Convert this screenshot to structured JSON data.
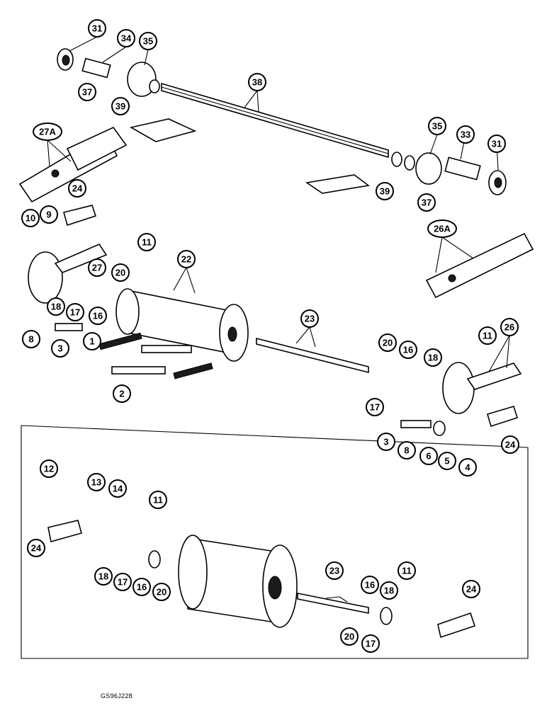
{
  "figure_code": "GS96J228",
  "callouts": {
    "c31a": "31",
    "c34": "34",
    "c35a": "35",
    "c37a": "37",
    "c39a": "39",
    "c38": "38",
    "c27a": "27A",
    "c35b": "35",
    "c33": "33",
    "c31b": "31",
    "c39b": "39",
    "c37b": "37",
    "c24a": "24",
    "c10": "10",
    "c9": "9",
    "c11a": "11",
    "c27": "27",
    "c20a": "20",
    "c22": "22",
    "c18a": "18",
    "c17a": "17",
    "c16a": "16",
    "c8a": "8",
    "c3a": "3",
    "c1": "1",
    "c2": "2",
    "c26a": "26A",
    "c23a": "23",
    "c11b": "11",
    "c26": "26",
    "c20b": "20",
    "c16b": "16",
    "c18b": "18",
    "c17b": "17",
    "c3b": "3",
    "c8b": "8",
    "c6": "6",
    "c5": "5",
    "c4": "4",
    "c24b": "24",
    "c12": "12",
    "c13": "13",
    "c14": "14",
    "c11c": "11",
    "c24c": "24",
    "c18c": "18",
    "c17c": "17",
    "c16c": "16",
    "c20c": "20",
    "c23b": "23",
    "c11d": "11",
    "c16d": "16",
    "c18d": "18",
    "c20d": "20",
    "c17d": "17",
    "c24d": "24"
  }
}
